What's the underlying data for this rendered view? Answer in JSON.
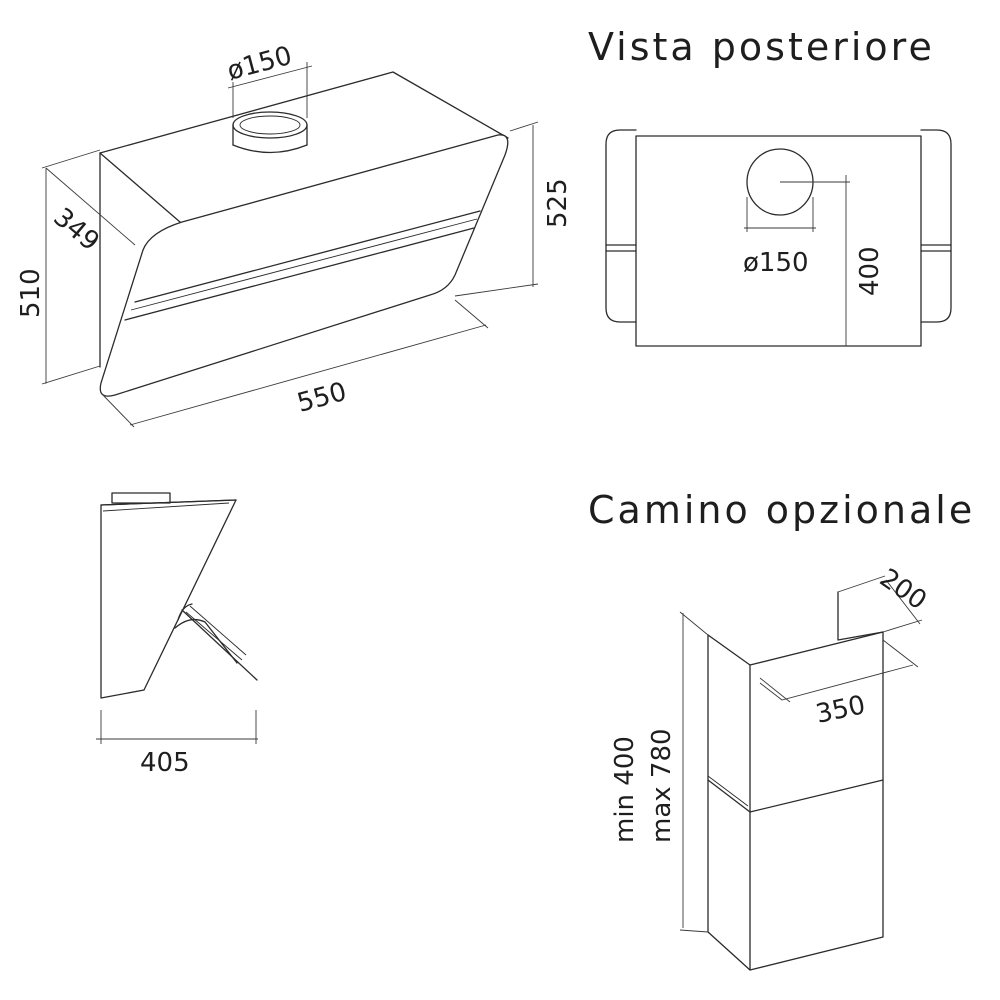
{
  "views": {
    "front": {
      "duct_diameter": "ø150",
      "height_left": "510",
      "depth": "349",
      "height_right": "525",
      "width": "550"
    },
    "rear": {
      "title": "Vista posteriore",
      "duct_diameter": "ø150",
      "duct_height": "400"
    },
    "side": {
      "depth": "405"
    },
    "chimney": {
      "title": "Camino opzionale",
      "depth": "200",
      "width": "350",
      "height_min": "min 400",
      "height_max": "max 780"
    }
  }
}
